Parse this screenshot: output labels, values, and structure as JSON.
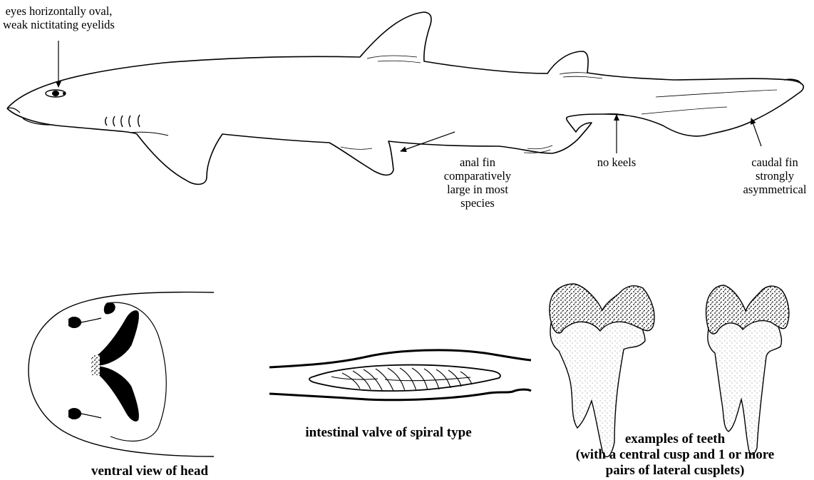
{
  "annotations": {
    "eyes": [
      "eyes horizontally oval,",
      "weak nictitating eyelids"
    ],
    "anal_fin": [
      "anal fin",
      "comparatively",
      "large in most",
      "species"
    ],
    "keels": "no keels",
    "caudal_fin": [
      "caudal fin",
      "strongly",
      "asymmetrical"
    ]
  },
  "captions": {
    "ventral_head": "ventral view of head",
    "intestinal_valve": "intestinal valve of spiral type",
    "teeth": [
      "examples of teeth",
      "(with a central cusp and 1 or more",
      "pairs of lateral cusplets)"
    ]
  }
}
